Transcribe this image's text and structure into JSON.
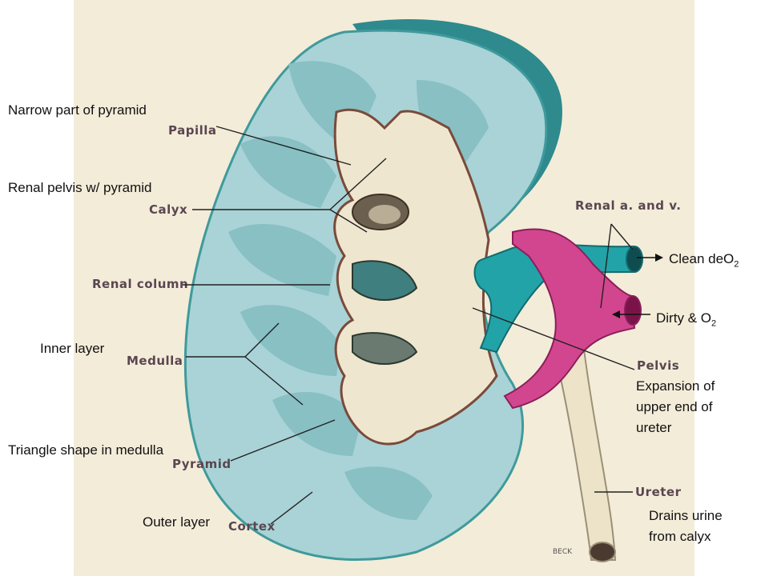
{
  "colors": {
    "paper": "#f3ecd9",
    "cortex": "#a9d3d6",
    "cortex_outline": "#3f9a9c",
    "medulla": "#88c0c4",
    "pelvis": "#efe6cf",
    "artery": "#d2468f",
    "vein": "#22a3a8",
    "ureter": "#ece3c8",
    "leader": "#222222"
  },
  "icons": [
    "arrow-right-icon",
    "arrow-left-icon"
  ],
  "printed_labels": {
    "papilla": "Papilla",
    "calyx": "Calyx",
    "renal_column": "Renal column",
    "medulla": "Medulla",
    "pyramid": "Pyramid",
    "cortex": "Cortex",
    "renal_vessels": "Renal a. and v.",
    "pelvis": "Pelvis",
    "ureter": "Ureter",
    "artist": "BECK"
  },
  "annotations": {
    "narrow_part": "Narrow part of pyramid",
    "renal_pelvis": "Renal pelvis w/ pyramid",
    "inner_layer": "Inner layer",
    "triangle_shape": "Triangle shape in medulla",
    "outer_layer": "Outer layer",
    "clean_text": "Clean deO",
    "clean_sub": "2",
    "dirty_text": "Dirty & O",
    "dirty_sub": "2",
    "expansion_1": "Expansion of",
    "expansion_2": "upper end of",
    "expansion_3": "ureter",
    "drains_1": "Drains urine",
    "drains_2": "from calyx"
  }
}
